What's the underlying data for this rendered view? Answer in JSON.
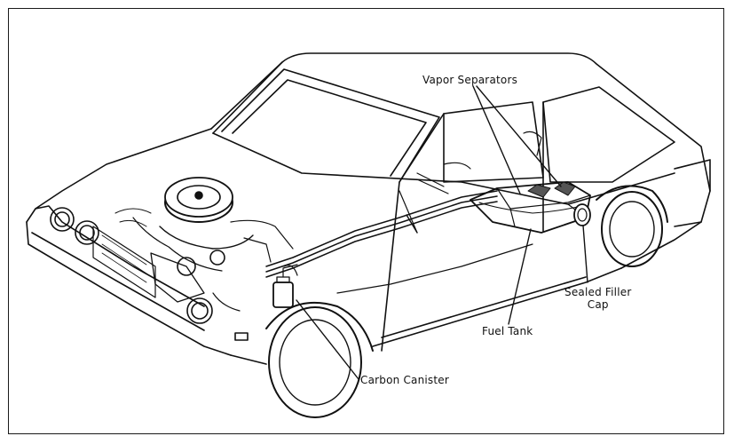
{
  "labels": {
    "vapor_separators": "Vapor Separators",
    "sealed_filler_cap_line1": "Sealed Filler",
    "sealed_filler_cap_line2": "Cap",
    "fuel_tank": "Fuel Tank",
    "carbon_canister": "Carbon Canister"
  },
  "colors": {
    "ink": "#111111",
    "paper": "#ffffff",
    "shade": "#555555"
  }
}
